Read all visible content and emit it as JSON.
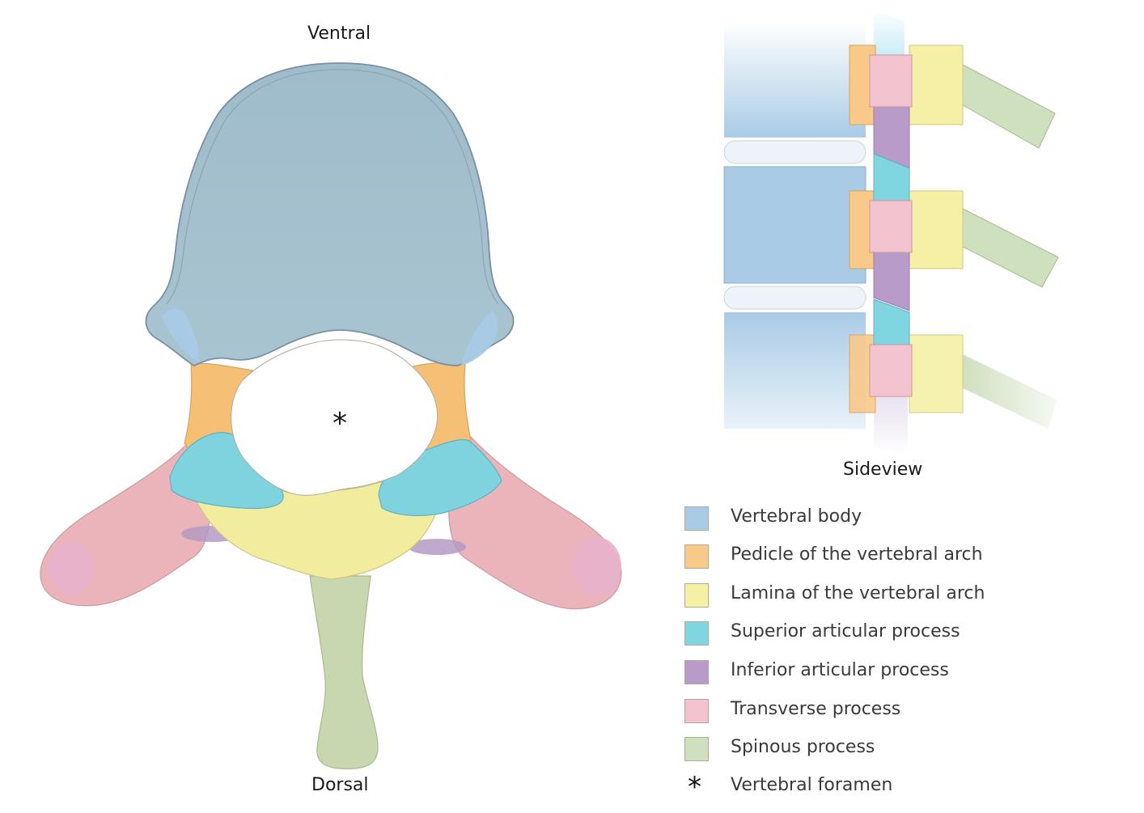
{
  "labels": {
    "ventral": "Ventral",
    "dorsal": "Dorsal",
    "sideview": "Sideview",
    "foramen_mark": "*"
  },
  "legend": [
    {
      "label": "Vertebral body",
      "color": "#a9cbe6"
    },
    {
      "label": "Pedicle of the vertebral arch",
      "color": "#f9c98a"
    },
    {
      "label": "Lamina of the vertebral arch",
      "color": "#f5f0a6"
    },
    {
      "label": "Superior articular process",
      "color": "#7fd6e0"
    },
    {
      "label": "Inferior articular process",
      "color": "#b99bc9"
    },
    {
      "label": "Transverse process",
      "color": "#f3c3cf"
    },
    {
      "label": "Spinous process",
      "color": "#cfe0bf"
    },
    {
      "label": "Vertebral foramen",
      "symbol": "*"
    }
  ],
  "colors": {
    "body_axial": "#a3c0cf",
    "body_outline": "#7a8fa3",
    "pedicle": "#f6bf76",
    "lamina": "#f2ec9f",
    "superior_articular": "#7fd3df",
    "inferior_articular": "#b49ac4",
    "transverse": "#ebb4bb",
    "transverse_tip": "#e8b3cc",
    "spinous": "#c8d7b0",
    "disc": "#edf3f9"
  }
}
